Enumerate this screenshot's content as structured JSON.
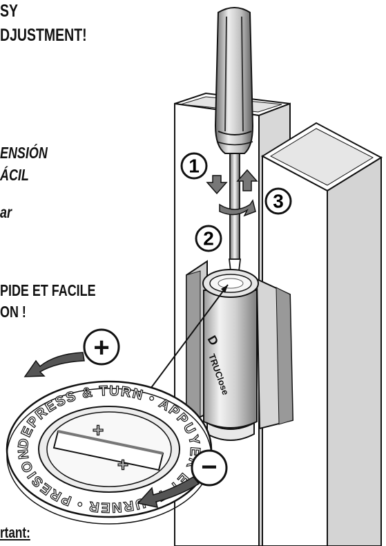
{
  "heading_en": {
    "line1": "SY",
    "line2": "DJUSTMENT!"
  },
  "heading_es": {
    "line1": "ENSIÓN",
    "line2": "ÁCIL",
    "line3": "ar"
  },
  "heading_fr": {
    "line1": "PIDE ET FACILE",
    "line2": "ON !"
  },
  "steps": {
    "one": "1",
    "two": "2",
    "three": "3"
  },
  "signs": {
    "plus": "+",
    "minus": "−"
  },
  "dial": {
    "ring_text": "DEPRESS & TURN • APPUYER ET TOURNER • PRESIONE Y GIRE •",
    "plus": "+"
  },
  "product": {
    "brand": "TRUClose",
    "logo": "D"
  },
  "footer": {
    "note": "rtant:"
  },
  "icons": [
    "screwdriver-icon",
    "arrow-down-icon",
    "arrow-up-icon",
    "rotate-arrow-icon",
    "plus-circle-icon",
    "minus-circle-icon",
    "curved-arrow-icon"
  ],
  "colors": {
    "ink": "#111111",
    "gray": "#7a7a7a",
    "light": "#d8d8d8"
  }
}
